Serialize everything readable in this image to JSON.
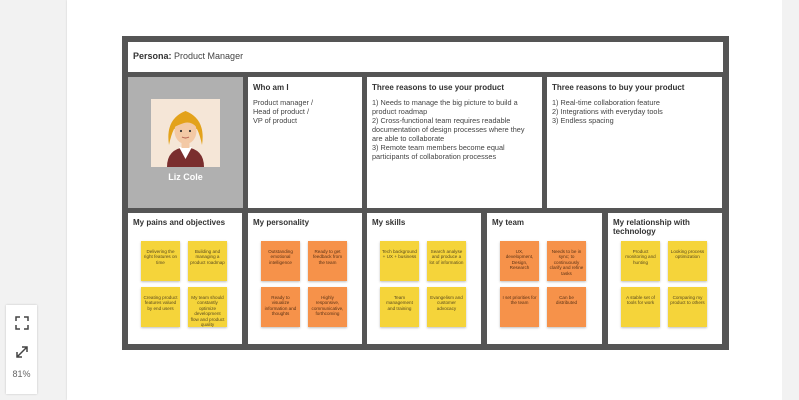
{
  "persona": {
    "label": "Persona:",
    "value": "Product Manager"
  },
  "profile": {
    "name": "Liz Cole"
  },
  "who_am_i": {
    "title": "Who am I",
    "text": "Product manager /\nHead of product /\nVP of product"
  },
  "reasons_use": {
    "title": "Three reasons to use your product",
    "text": "1) Needs to manage the big picture to build a product roadmap\n2) Cross-functional team requires readable documentation of design processes where they are able to collaborate\n3) Remote team members become equal participants of collaboration processes"
  },
  "reasons_buy": {
    "title": "Three reasons to buy your product",
    "text": "1) Real-time collaboration feature\n2) Integrations with everyday tools\n3) Endless spacing"
  },
  "sections": [
    {
      "title": "My pains and objectives",
      "color": "yellow",
      "notes": [
        "Delivering the right features on time",
        "Building and managing a product roadmap",
        "Creating product features valued by end users",
        "My team should constantly optimize development flow and product quality"
      ]
    },
    {
      "title": "My personality",
      "color": "orange",
      "notes": [
        "Outstanding emotional intelligence",
        "Ready to get feedback from the team",
        "Ready to visualize information and thoughts",
        "Highly responsive, communicative, forthcoming"
      ]
    },
    {
      "title": "My skills",
      "color": "yellow",
      "notes": [
        "Tech background + UX + business",
        "Search analyse and produce a lot of information",
        "Team management and training",
        "Evangelism and customer advocacy"
      ]
    },
    {
      "title": "My team",
      "color": "orange",
      "notes": [
        "UX, development, Design, Research",
        "Needs to be in sync; to continuously clarify and refine tasks",
        "I set priorities for the team",
        "Can be distributed"
      ]
    },
    {
      "title": "My relationship with technology",
      "color": "yellow",
      "notes": [
        "Product monitoring and hunting",
        "Looking process optimization",
        "A stable set of tools for work",
        "Comparing my product to others"
      ]
    }
  ],
  "zoom": {
    "level": "81%",
    "fit_icon": "fit-screen-icon",
    "expand_icon": "expand-arrows-icon"
  },
  "colors": {
    "board": "#555555",
    "yellow_note": "#f5d43a",
    "orange_note": "#f6924a",
    "avatar_bg": "#b0b0b0"
  }
}
